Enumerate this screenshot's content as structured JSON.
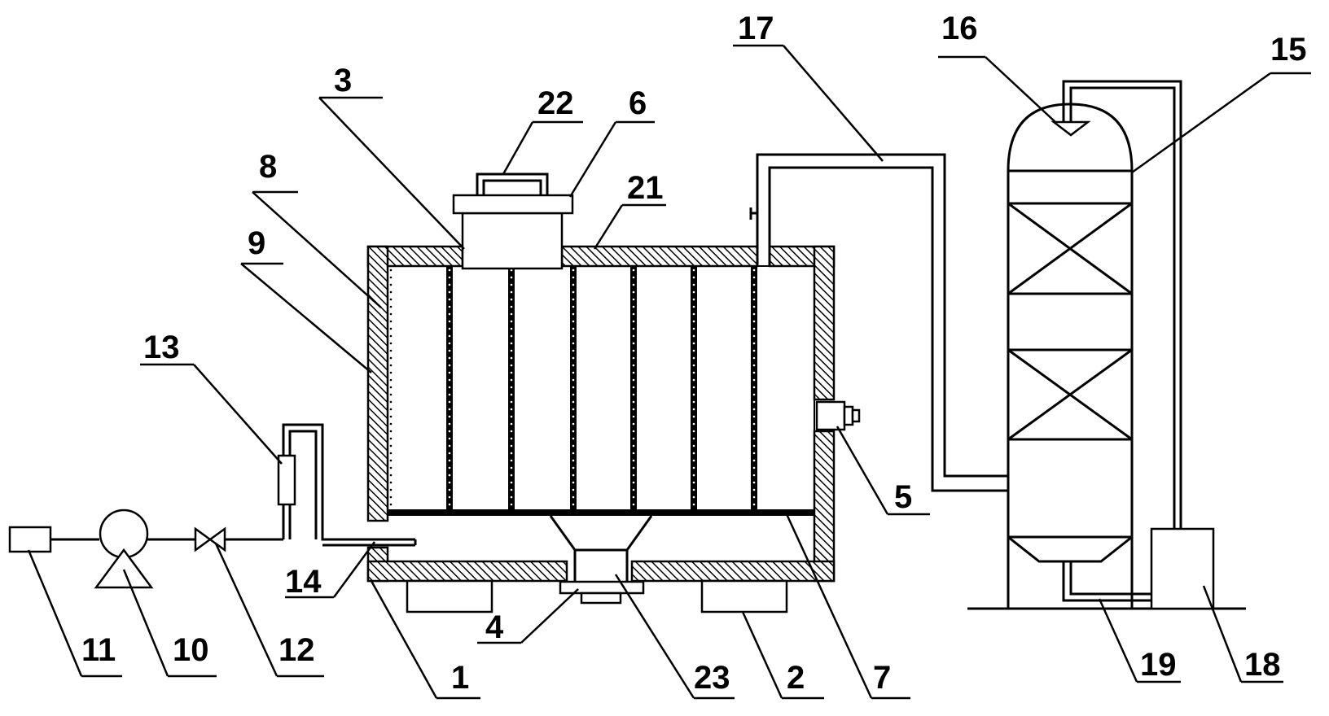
{
  "labels": [
    {
      "id": "1",
      "text": "1"
    },
    {
      "id": "2",
      "text": "2"
    },
    {
      "id": "3",
      "text": "3"
    },
    {
      "id": "4",
      "text": "4"
    },
    {
      "id": "5",
      "text": "5"
    },
    {
      "id": "6",
      "text": "6"
    },
    {
      "id": "7",
      "text": "7"
    },
    {
      "id": "8",
      "text": "8"
    },
    {
      "id": "9",
      "text": "9"
    },
    {
      "id": "10",
      "text": "10"
    },
    {
      "id": "11",
      "text": "11"
    },
    {
      "id": "12",
      "text": "12"
    },
    {
      "id": "13",
      "text": "13"
    },
    {
      "id": "14",
      "text": "14"
    },
    {
      "id": "15",
      "text": "15"
    },
    {
      "id": "16",
      "text": "16"
    },
    {
      "id": "17",
      "text": "17"
    },
    {
      "id": "18",
      "text": "18"
    },
    {
      "id": "19",
      "text": "19"
    },
    {
      "id": "21",
      "text": "21"
    },
    {
      "id": "22",
      "text": "22"
    },
    {
      "id": "23",
      "text": "23"
    }
  ]
}
